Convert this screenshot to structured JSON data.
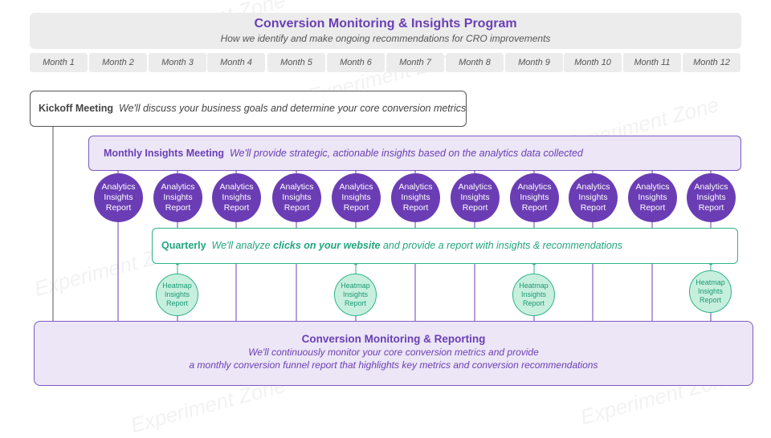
{
  "header": {
    "title": "Conversion Monitoring & Insights Program",
    "subtitle": "How we identify and make ongoing recommendations for CRO improvements"
  },
  "months": [
    "Month 1",
    "Month 2",
    "Month 3",
    "Month 4",
    "Month 5",
    "Month 6",
    "Month 7",
    "Month 8",
    "Month 9",
    "Month 10",
    "Month 11",
    "Month 12"
  ],
  "kickoff": {
    "title": "Kickoff Meeting",
    "description": "We'll discuss your business goals and determine your core conversion metrics"
  },
  "monthly": {
    "title": "Monthly Insights Meeting",
    "description": "We'll provide strategic, actionable insights based on the analytics data collected",
    "report_lines": [
      "Analytics",
      "Insights",
      "Report"
    ]
  },
  "quarterly": {
    "title": "Quarterly",
    "description_before": "We'll analyze",
    "description_emphasis": "clicks on your website",
    "description_after": "and provide a report with insights & recommendations",
    "report_lines": [
      "Heatmap",
      "Insights",
      "Report"
    ]
  },
  "reporting": {
    "title": "Conversion Monitoring & Reporting",
    "line1": "We'll continuously monitor your core conversion metrics and provide",
    "line2": "a monthly conversion funnel report that highlights key metrics and conversion recommendations"
  },
  "watermark": "Experiment Zone",
  "colors": {
    "purple": "#6b3db5",
    "green": "#2fb38a",
    "light_purple": "#ece6f6",
    "grey": "#ececec"
  }
}
